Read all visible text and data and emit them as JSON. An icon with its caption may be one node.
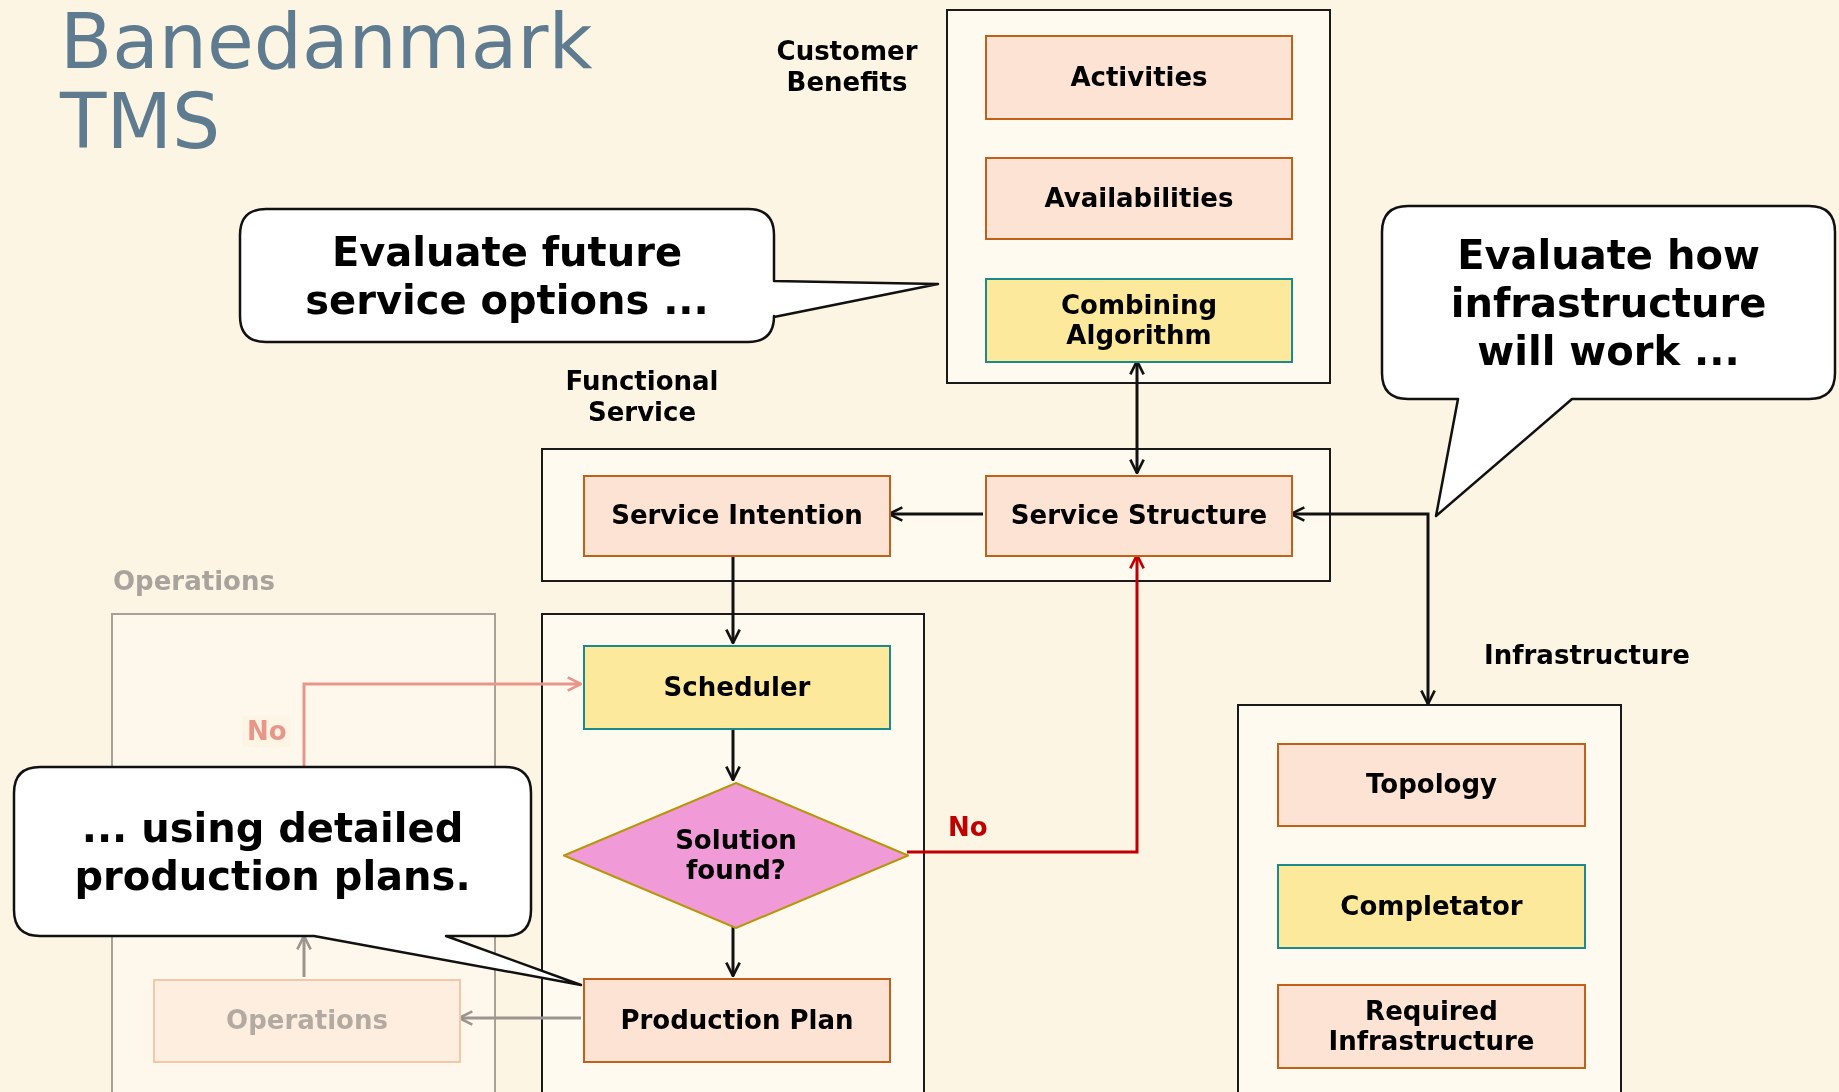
{
  "diagram": {
    "title": "Banedanmark TMS",
    "nodes": [
      {
        "text": [
          "Customer Benefits"
        ]
      },
      {
        "text": [
          "Activities"
        ],
        "in": 0
      },
      {
        "text": [
          "Availabilities"
        ],
        "in": 0
      },
      {
        "text": [
          "Combining Algorithm"
        ],
        "in": 0
      },
      {
        "text": [
          "Functional Service"
        ]
      },
      {
        "text": [
          "Service Intention"
        ],
        "in": 4
      },
      {
        "text": [
          "Service Structure"
        ],
        "in": 4
      },
      {
        "text": [
          "Operations"
        ]
      },
      {
        "text": [
          "Operations"
        ],
        "in": 7
      },
      {
        "text": [],
        "shape": "box"
      },
      {
        "text": [
          "Scheduler"
        ],
        "in": 9
      },
      {
        "text": [
          "Solution found?"
        ],
        "in": 9
      },
      {
        "text": [
          "Production Plan"
        ],
        "in": 9
      },
      {
        "text": [
          "Infrastructure"
        ]
      },
      {
        "text": [
          "Topology"
        ],
        "in": 13
      },
      {
        "text": [
          "Completator"
        ],
        "in": 13
      },
      {
        "text": [
          "Required Infrastructure"
        ],
        "in": 13
      },
      {
        "text": [
          "Evaluate future service options ..."
        ]
      },
      {
        "text": [
          "Evaluate how infrastructure will work ..."
        ]
      },
      {
        "text": [
          "... using detailed production plans."
        ]
      }
    ],
    "edges": [
      {
        "from": 3,
        "to": 6,
        "arrow": "both"
      },
      {
        "from": 6,
        "to": 5,
        "arrow": "to"
      },
      {
        "from": 5,
        "to": 10,
        "arrow": "to"
      },
      {
        "from": 10,
        "to": 11,
        "arrow": "to"
      },
      {
        "from": 11,
        "to": 12,
        "arrow": "to"
      },
      {
        "from": 11,
        "to": 6,
        "arrow": "to",
        "label": "No",
        "color": "#c00000"
      },
      {
        "from": 6,
        "to": 13,
        "arrow": "both"
      },
      {
        "from": 12,
        "to": 8,
        "arrow": "to",
        "color": "#9a958f"
      },
      {
        "from": 8,
        "to": 19,
        "arrow": "to",
        "color": "#9a958f"
      },
      {
        "from": 19,
        "to": 10,
        "arrow": "to",
        "label": "No",
        "color": "#e8958a"
      }
    ]
  }
}
